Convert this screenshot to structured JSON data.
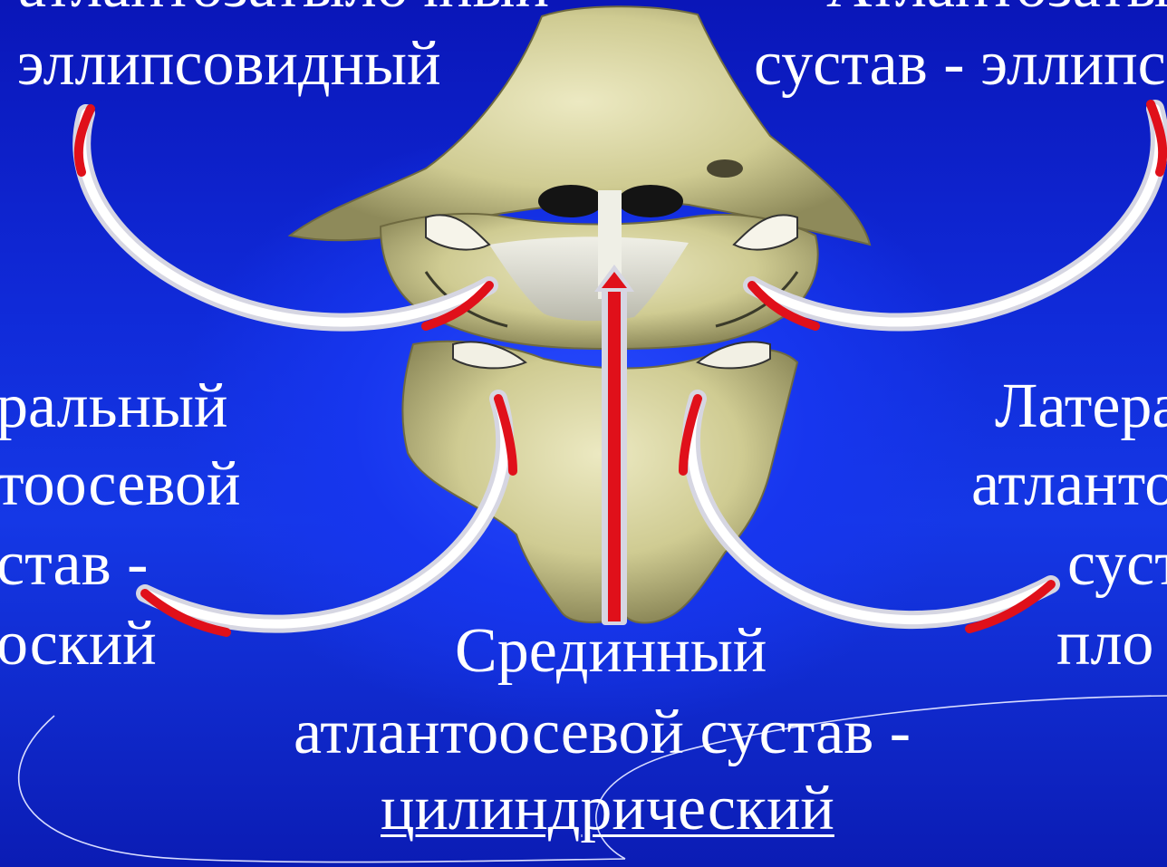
{
  "labels": {
    "top_left_cut": "атлантозатылочный",
    "top_left": "- эллипсовидный",
    "top_right_cut": "Атлантозатылочный",
    "top_right": "сустав - эллипсовидный",
    "left_1": "ральный",
    "left_2": "тоосевой",
    "left_3": "став -",
    "left_4": "оский",
    "right_1": "Латера",
    "right_2": "атланто",
    "right_3": "суст",
    "right_4": "пло",
    "median_1": "Срединный",
    "median_2": "атлантоосевой сустав -",
    "median_3": "цилиндрический"
  },
  "colors": {
    "background": "#1230e0",
    "text": "#ffffff",
    "arrow_red": "#e0101a",
    "arrow_outline": "#c8c8d8",
    "bone": "#d8d4a4"
  }
}
